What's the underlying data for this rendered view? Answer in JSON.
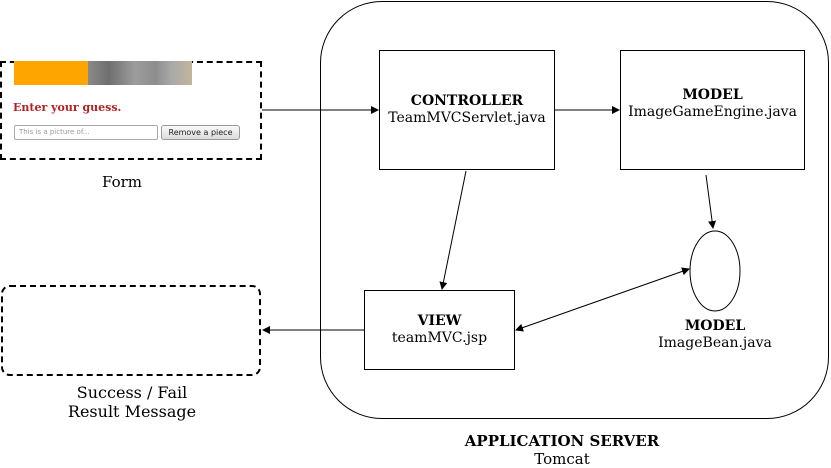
{
  "server": {
    "title": "APPLICATION SERVER",
    "subtitle": "Tomcat"
  },
  "controller": {
    "title": "CONTROLLER",
    "file": "TeamMVCServlet.java"
  },
  "model_engine": {
    "title": "MODEL",
    "file": "ImageGameEngine.java"
  },
  "model_bean": {
    "title": "MODEL",
    "file": "ImageBean.java"
  },
  "view": {
    "title": "VIEW",
    "file": "teamMVC.jsp"
  },
  "form": {
    "caption": "Form",
    "prompt": "Enter your guess.",
    "input_placeholder": "This is a picture of...",
    "button_label": "Remove a piece",
    "image_colors": {
      "orange": "#ffa500",
      "gray_dark": "#7a7a7a",
      "gray_mid": "#9a9a9a",
      "tan": "#b8ad95"
    }
  },
  "result": {
    "caption_line1": "Success / Fail",
    "caption_line2": "Result Message"
  }
}
